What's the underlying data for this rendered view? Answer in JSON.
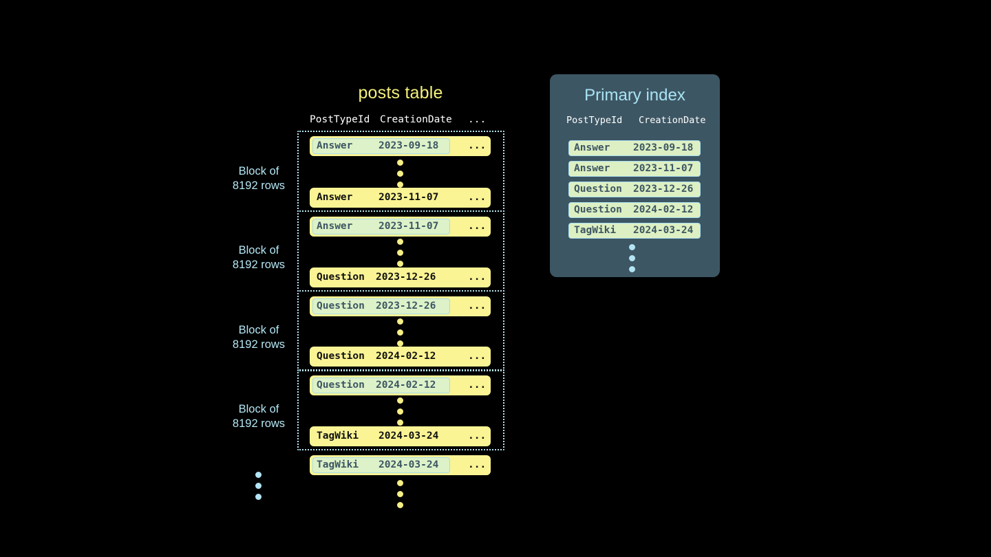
{
  "posts_table": {
    "title": "posts table",
    "headers": {
      "post_type_id": "PostTypeId",
      "creation_date": "CreationDate",
      "more": "..."
    },
    "blocks": [
      {
        "label_line1": "Block of",
        "label_line2": "8192 rows",
        "first_row": {
          "post_type_id": "Answer",
          "creation_date": "2023-09-18",
          "more": "...",
          "highlighted": true
        },
        "last_row": {
          "post_type_id": "Answer",
          "creation_date": "2023-11-07",
          "more": "...",
          "highlighted": false
        }
      },
      {
        "label_line1": "Block of",
        "label_line2": "8192 rows",
        "first_row": {
          "post_type_id": "Answer",
          "creation_date": "2023-11-07",
          "more": "...",
          "highlighted": true
        },
        "last_row": {
          "post_type_id": "Question",
          "creation_date": "2023-12-26",
          "more": "...",
          "highlighted": false
        }
      },
      {
        "label_line1": "Block of",
        "label_line2": "8192 rows",
        "first_row": {
          "post_type_id": "Question",
          "creation_date": "2023-12-26",
          "more": "...",
          "highlighted": true
        },
        "last_row": {
          "post_type_id": "Question",
          "creation_date": "2024-02-12",
          "more": "...",
          "highlighted": false
        }
      },
      {
        "label_line1": "Block of",
        "label_line2": "8192 rows",
        "first_row": {
          "post_type_id": "Question",
          "creation_date": "2024-02-12",
          "more": "...",
          "highlighted": true
        },
        "last_row": {
          "post_type_id": "TagWiki",
          "creation_date": "2024-03-24",
          "more": "...",
          "highlighted": false
        }
      }
    ],
    "trailing_row": {
      "post_type_id": "TagWiki",
      "creation_date": "2024-03-24",
      "more": "...",
      "highlighted": true
    }
  },
  "primary_index": {
    "title": "Primary index",
    "headers": {
      "post_type_id": "PostTypeId",
      "creation_date": "CreationDate"
    },
    "rows": [
      {
        "post_type_id": "Answer",
        "creation_date": "2023-09-18"
      },
      {
        "post_type_id": "Answer",
        "creation_date": "2023-11-07"
      },
      {
        "post_type_id": "Question",
        "creation_date": "2023-12-26"
      },
      {
        "post_type_id": "Question",
        "creation_date": "2024-02-12"
      },
      {
        "post_type_id": "TagWiki",
        "creation_date": "2024-03-24"
      }
    ]
  },
  "colors": {
    "background": "#000000",
    "row_yellow": "#faf494",
    "chip_mint": "#ddf2c9",
    "chip_border_blue": "#a8dcef",
    "panel_slate": "#3d5663",
    "accent_blue": "#b3e4f3",
    "accent_yellow": "#f4f07a"
  }
}
